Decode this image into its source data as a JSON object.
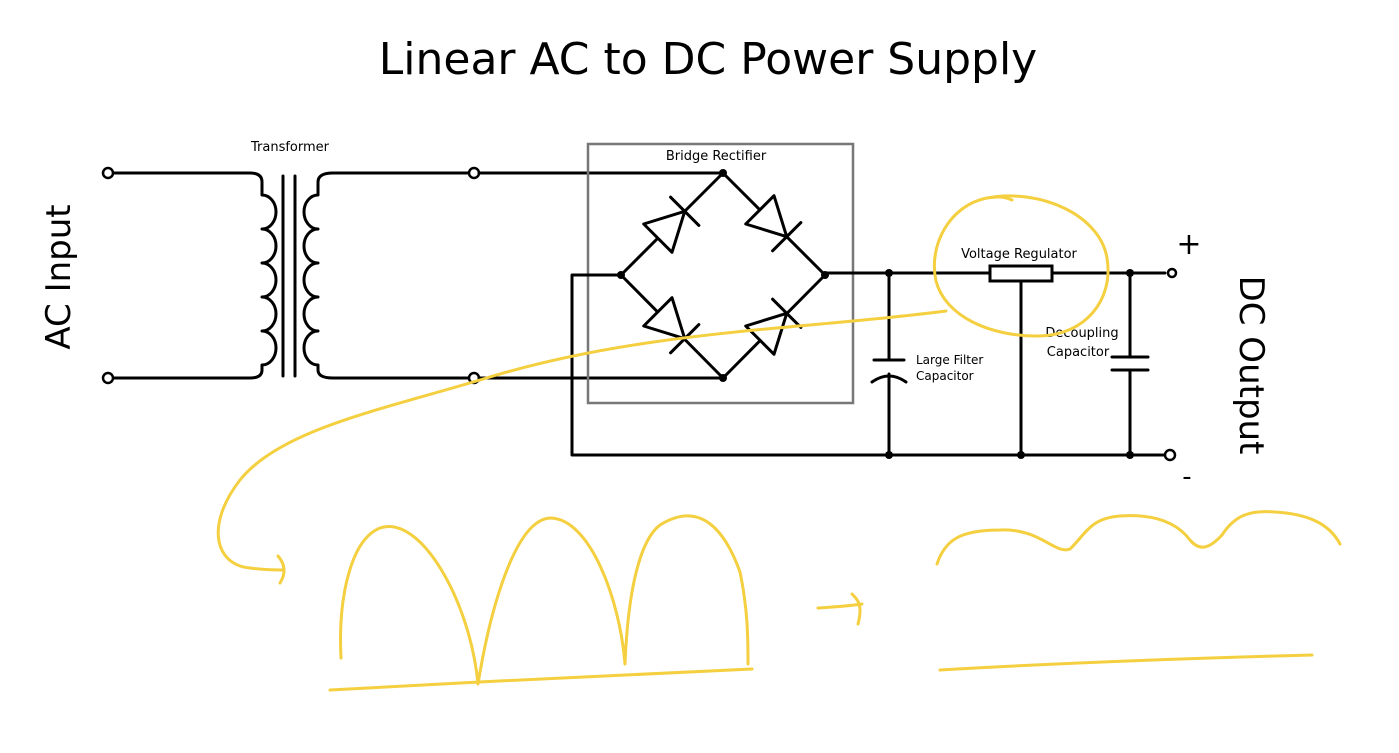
{
  "title": "Linear AC to DC Power Supply",
  "labels": {
    "ac_input": "AC Input",
    "dc_output": "DC Output",
    "transformer": "Transformer",
    "bridge_rectifier": "Bridge Rectifier",
    "voltage_regulator": "Voltage Regulator",
    "large_filter_line1": "Large Filter",
    "large_filter_line2": "Capacitor",
    "decoupling_line1": "Decoupling",
    "decoupling_line2": "Capacitor",
    "plus": "+",
    "minus": "-"
  },
  "colors": {
    "ink": "#000000",
    "annotation": "#f4cf3f",
    "box": "#777777"
  }
}
